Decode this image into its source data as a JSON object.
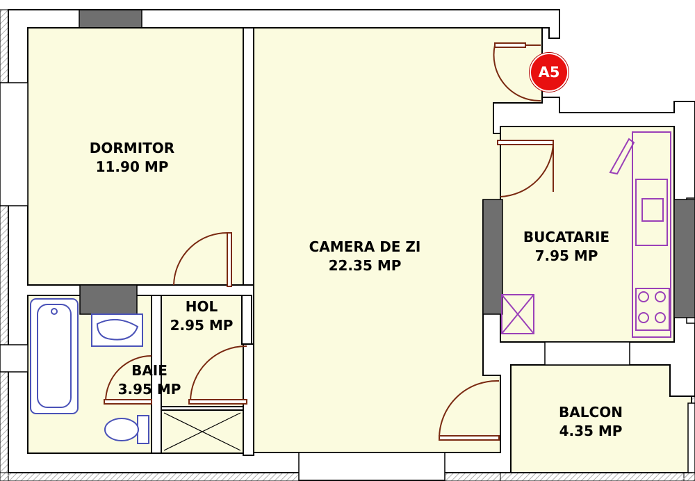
{
  "apartment": {
    "unit_badge": "A5",
    "colors": {
      "floor": "#fbfbdf",
      "wall": "#ffffff",
      "wall_outline": "#000000",
      "wall_hatch": "#aaaaaa",
      "column": "#6f6f6f",
      "door": "#7a2a12",
      "bath_fixture": "#4a52b8",
      "kitchen_fixture": "#9a40b8",
      "badge": "#e81010"
    },
    "rooms": [
      {
        "id": "dormitor",
        "name": "DORMITOR",
        "area": "11.90 MP"
      },
      {
        "id": "camera-de-zi",
        "name": "CAMERA DE ZI",
        "area": "22.35 MP"
      },
      {
        "id": "bucatarie",
        "name": "BUCATARIE",
        "area": "7.95 MP"
      },
      {
        "id": "hol",
        "name": "HOL",
        "area": "2.95 MP"
      },
      {
        "id": "baie",
        "name": "BAIE",
        "area": "3.95 MP"
      },
      {
        "id": "balcon",
        "name": "BALCON",
        "area": "4.35 MP"
      }
    ]
  }
}
